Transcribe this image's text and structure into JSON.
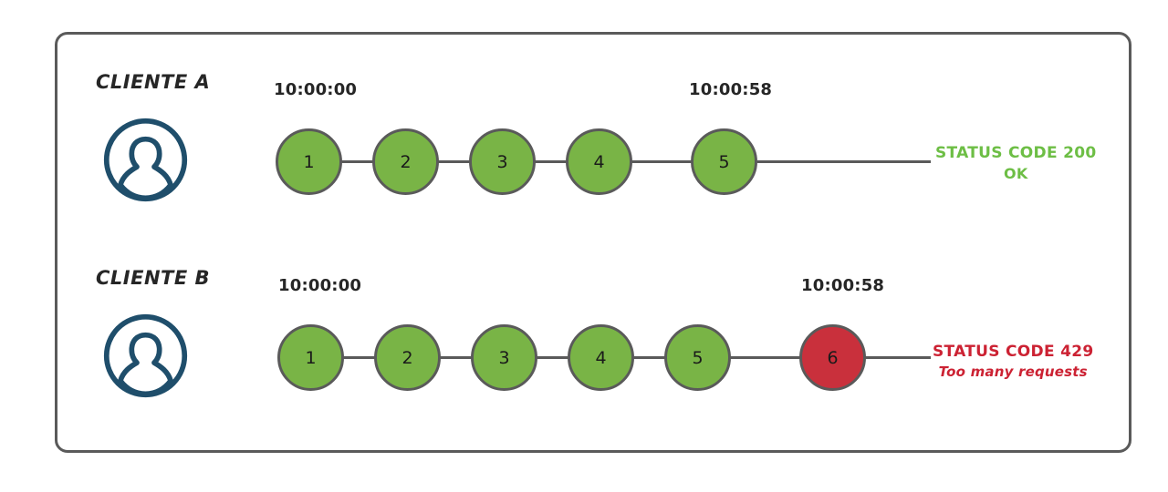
{
  "diagram": {
    "title_present": false,
    "colors": {
      "frame": "#5a5a5a",
      "node_ok": "#79b446",
      "node_error": "#c9303c",
      "node_stroke": "#5a5a5a",
      "avatar": "#1f4e6b",
      "status_ok_text": "#6dbe45",
      "status_error_text": "#cc2233",
      "link": "#5a5a5a",
      "label_text": "#262626"
    },
    "rows": [
      {
        "client_label": "CLIENTE A",
        "avatar_icon": "user-avatar-icon",
        "time_start": "10:00:00",
        "time_end": "10:00:58",
        "requests": [
          {
            "id": "1",
            "state": "ok"
          },
          {
            "id": "2",
            "state": "ok"
          },
          {
            "id": "3",
            "state": "ok"
          },
          {
            "id": "4",
            "state": "ok"
          },
          {
            "id": "5",
            "state": "ok"
          }
        ],
        "status": {
          "line1": "STATUS CODE 200",
          "line2": "OK",
          "state": "ok"
        }
      },
      {
        "client_label": "CLIENTE B",
        "avatar_icon": "user-avatar-icon",
        "time_start": "10:00:00",
        "time_end": "10:00:58",
        "requests": [
          {
            "id": "1",
            "state": "ok"
          },
          {
            "id": "2",
            "state": "ok"
          },
          {
            "id": "3",
            "state": "ok"
          },
          {
            "id": "4",
            "state": "ok"
          },
          {
            "id": "5",
            "state": "ok"
          },
          {
            "id": "6",
            "state": "error"
          }
        ],
        "status": {
          "line1": "STATUS CODE 429",
          "line2": "Too many requests",
          "state": "error"
        }
      }
    ]
  }
}
